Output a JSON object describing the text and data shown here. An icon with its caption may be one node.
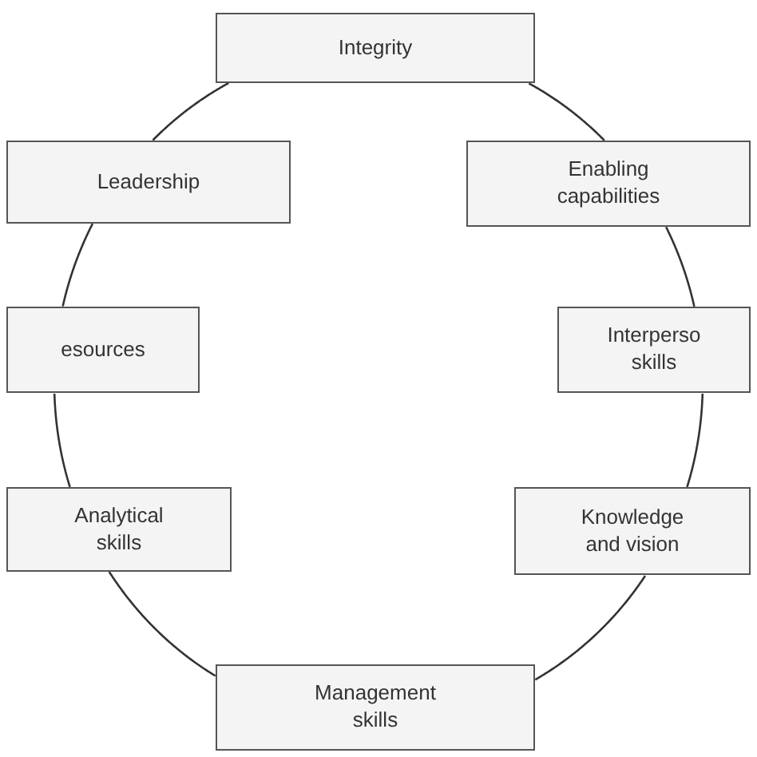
{
  "diagram": {
    "nodes": [
      {
        "text": [
          "Integrity"
        ]
      },
      {
        "text": [
          "Leadership"
        ]
      },
      {
        "text": [
          "Enabling capabilities"
        ]
      },
      {
        "text": [
          "esources"
        ]
      },
      {
        "text": [
          "Interperso skills"
        ]
      },
      {
        "text": [
          "Analytical skills"
        ]
      },
      {
        "text": [
          "Knowledge and vision"
        ]
      },
      {
        "text": [
          "Management skills"
        ]
      }
    ],
    "edges": [
      {
        "from": 0,
        "to": 2,
        "arrow": "none"
      },
      {
        "from": 2,
        "to": 4,
        "arrow": "none"
      },
      {
        "from": 4,
        "to": 6,
        "arrow": "none"
      },
      {
        "from": 6,
        "to": 7,
        "arrow": "none"
      },
      {
        "from": 7,
        "to": 5,
        "arrow": "none"
      },
      {
        "from": 5,
        "to": 3,
        "arrow": "none"
      },
      {
        "from": 3,
        "to": 1,
        "arrow": "none"
      },
      {
        "from": 1,
        "to": 0,
        "arrow": "none"
      }
    ]
  }
}
